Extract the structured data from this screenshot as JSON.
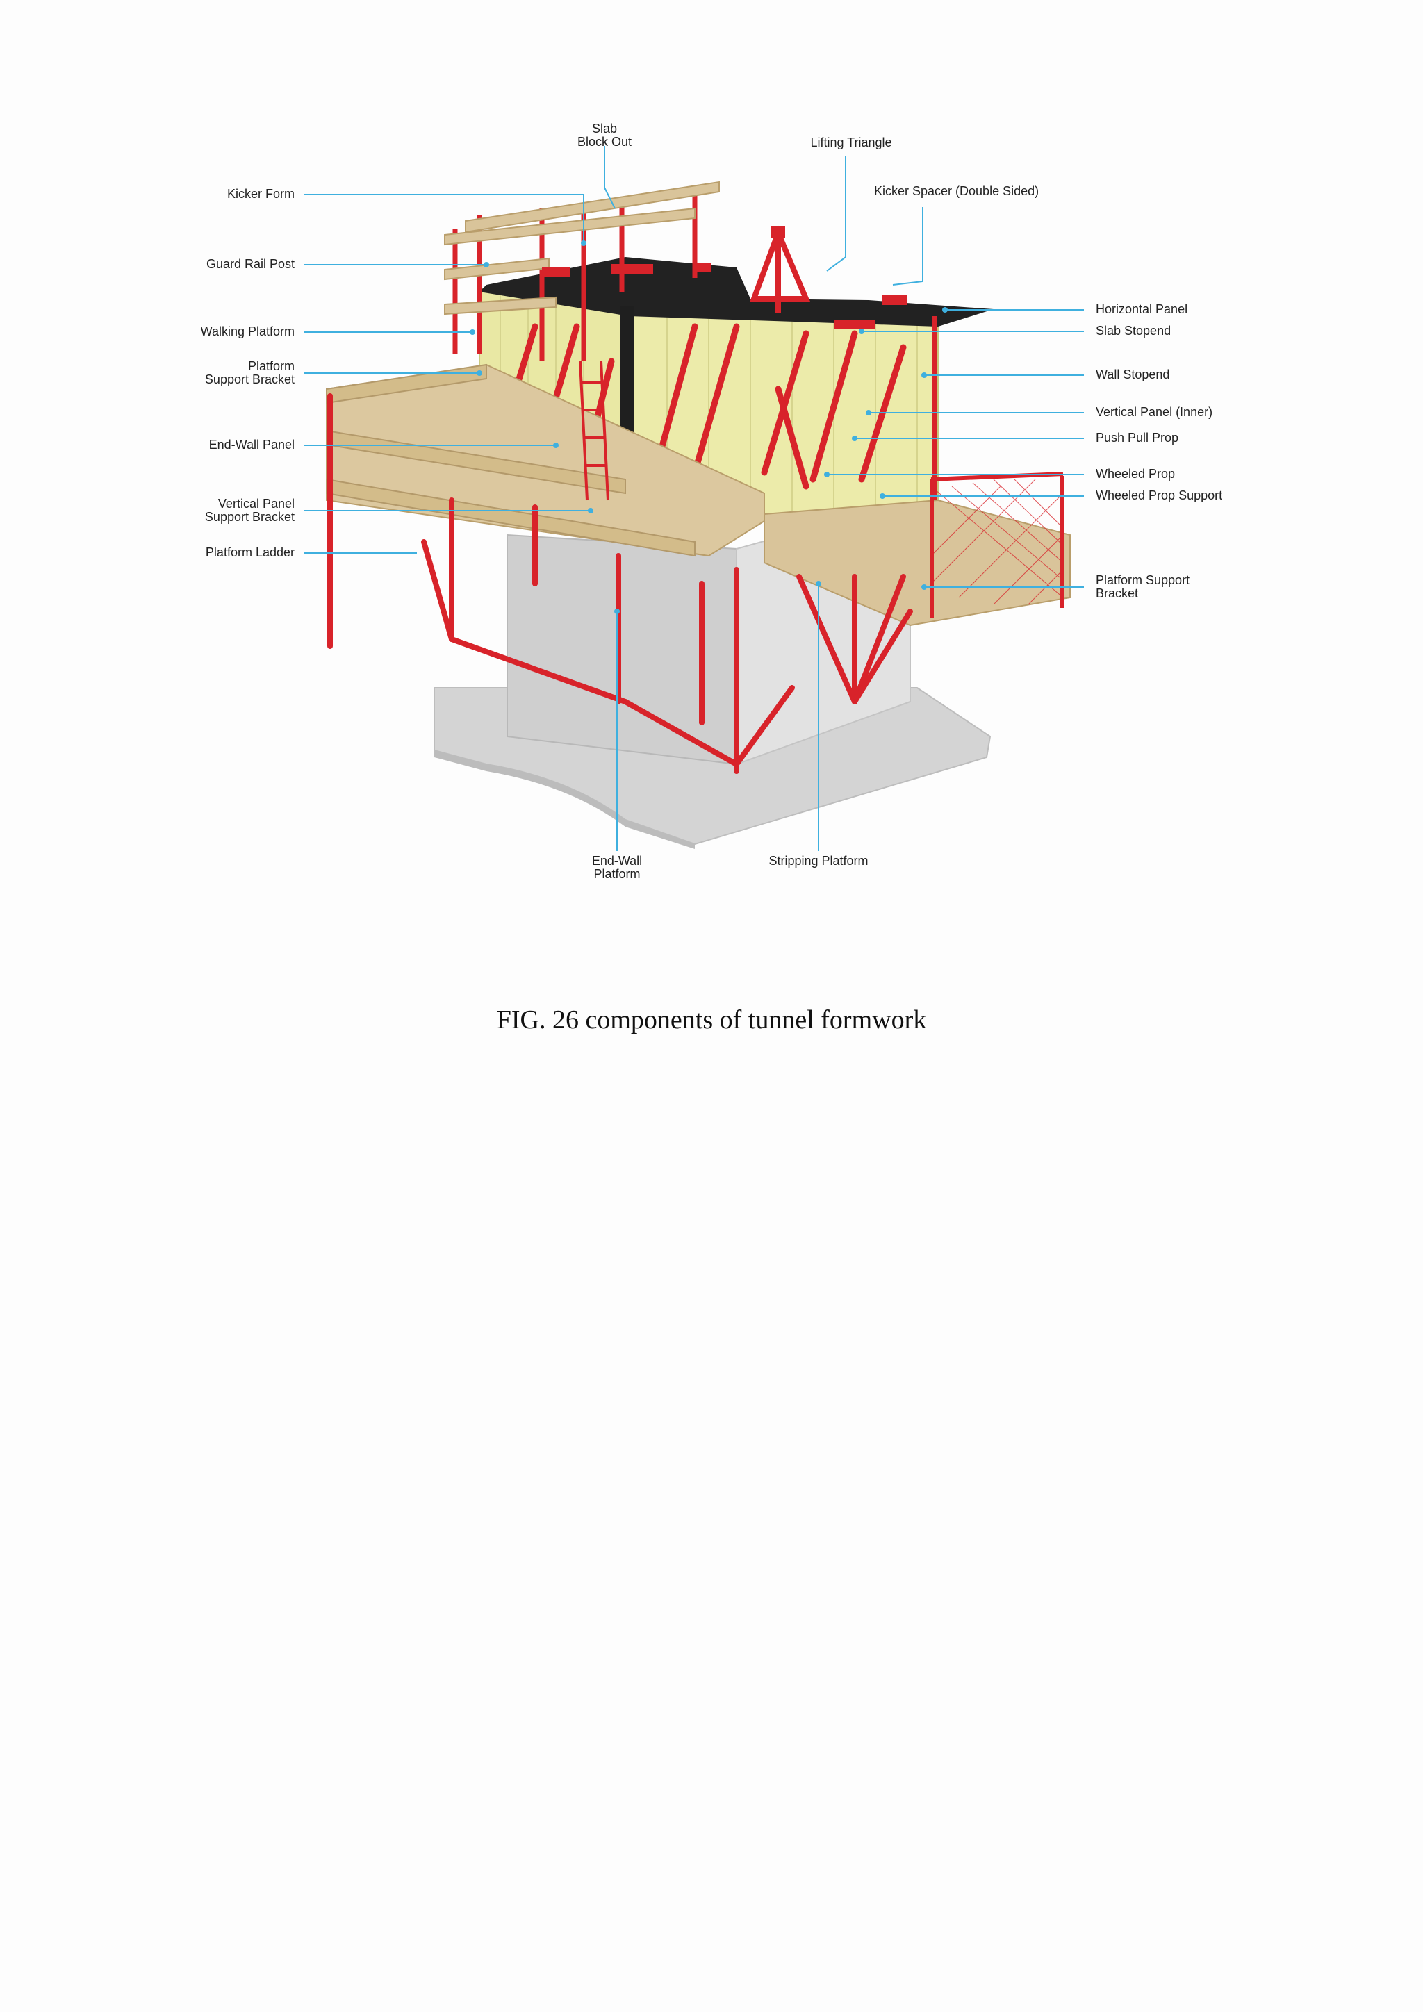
{
  "figure": {
    "caption": "FIG. 26 components  of tunnel  formwork",
    "colors": {
      "steel": "#d8232a",
      "timber": "#d9c49a",
      "panel": "#e9e8a4",
      "formwork_top": "#1f1f1f",
      "concrete": "#d4d4d4",
      "leader_line": "#3fb0df"
    },
    "labels": {
      "kicker_form": "Kicker Form",
      "guard_rail_post": "Guard Rail Post",
      "walking_platform": "Walking Platform",
      "platform_support_bracket_left": "Platform\nSupport Bracket",
      "end_wall_panel": "End-Wall Panel",
      "vertical_panel_support_bracket": "Vertical Panel\nSupport Bracket",
      "platform_ladder": "Platform Ladder",
      "slab_block_out": "Slab\nBlock Out",
      "lifting_triangle": "Lifting Triangle",
      "kicker_spacer": "Kicker Spacer (Double Sided)",
      "horizontal_panel": "Horizontal Panel",
      "slab_stopend": "Slab Stopend",
      "wall_stopend": "Wall Stopend",
      "vertical_panel_inner": "Vertical Panel (Inner)",
      "push_pull_prop": "Push Pull Prop",
      "wheeled_prop": "Wheeled Prop",
      "wheeled_prop_support": "Wheeled Prop Support",
      "platform_support_bracket_right": "Platform Support\nBracket",
      "end_wall_platform": "End-Wall\nPlatform",
      "stripping_platform": "Stripping Platform"
    }
  }
}
